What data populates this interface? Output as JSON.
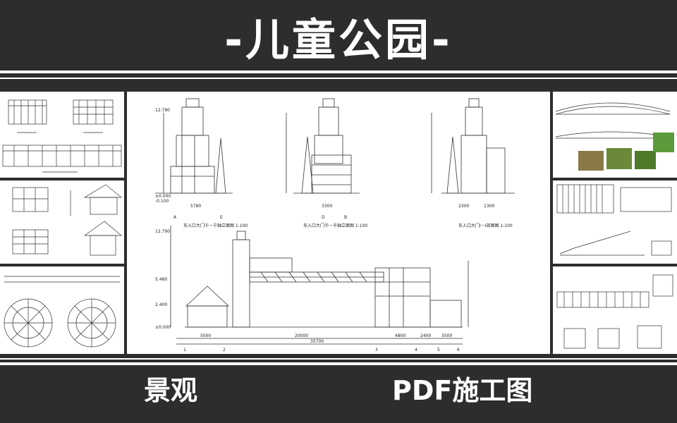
{
  "header": {
    "title": "-儿童公园-"
  },
  "footer": {
    "left_caption": "景观",
    "right_caption": "PDF施工图"
  },
  "drawings": {
    "elev1_title": "东入口大门Ⓐ－Ⓔ轴立面图 1:100",
    "elev2_title": "东入口大门Ⓓ－Ⓑ轴立面图 1:100",
    "elev3_title": "东入口大门Ⅰ－Ⅰ剖面图 1:100",
    "main_dim_total": "35700",
    "main_dim_a": "5000",
    "main_dim_b": "20000",
    "main_dim_c": "4800",
    "main_dim_d": "2400",
    "main_dim_e": "3500",
    "level_top": "12.790",
    "level_mid": "5.480",
    "level_low": "2.400",
    "level_zero": "±0.000",
    "level_neg": "-0.100",
    "dim_5780": "5780",
    "dim_2300": "2300",
    "dim_1300": "1300",
    "dim_3300": "3300",
    "grid_1": "1",
    "grid_2": "2",
    "grid_3": "3",
    "grid_4": "4",
    "grid_5": "5",
    "grid_6": "6",
    "grid_A": "A",
    "grid_B": "B",
    "grid_D": "D",
    "grid_E": "E"
  }
}
